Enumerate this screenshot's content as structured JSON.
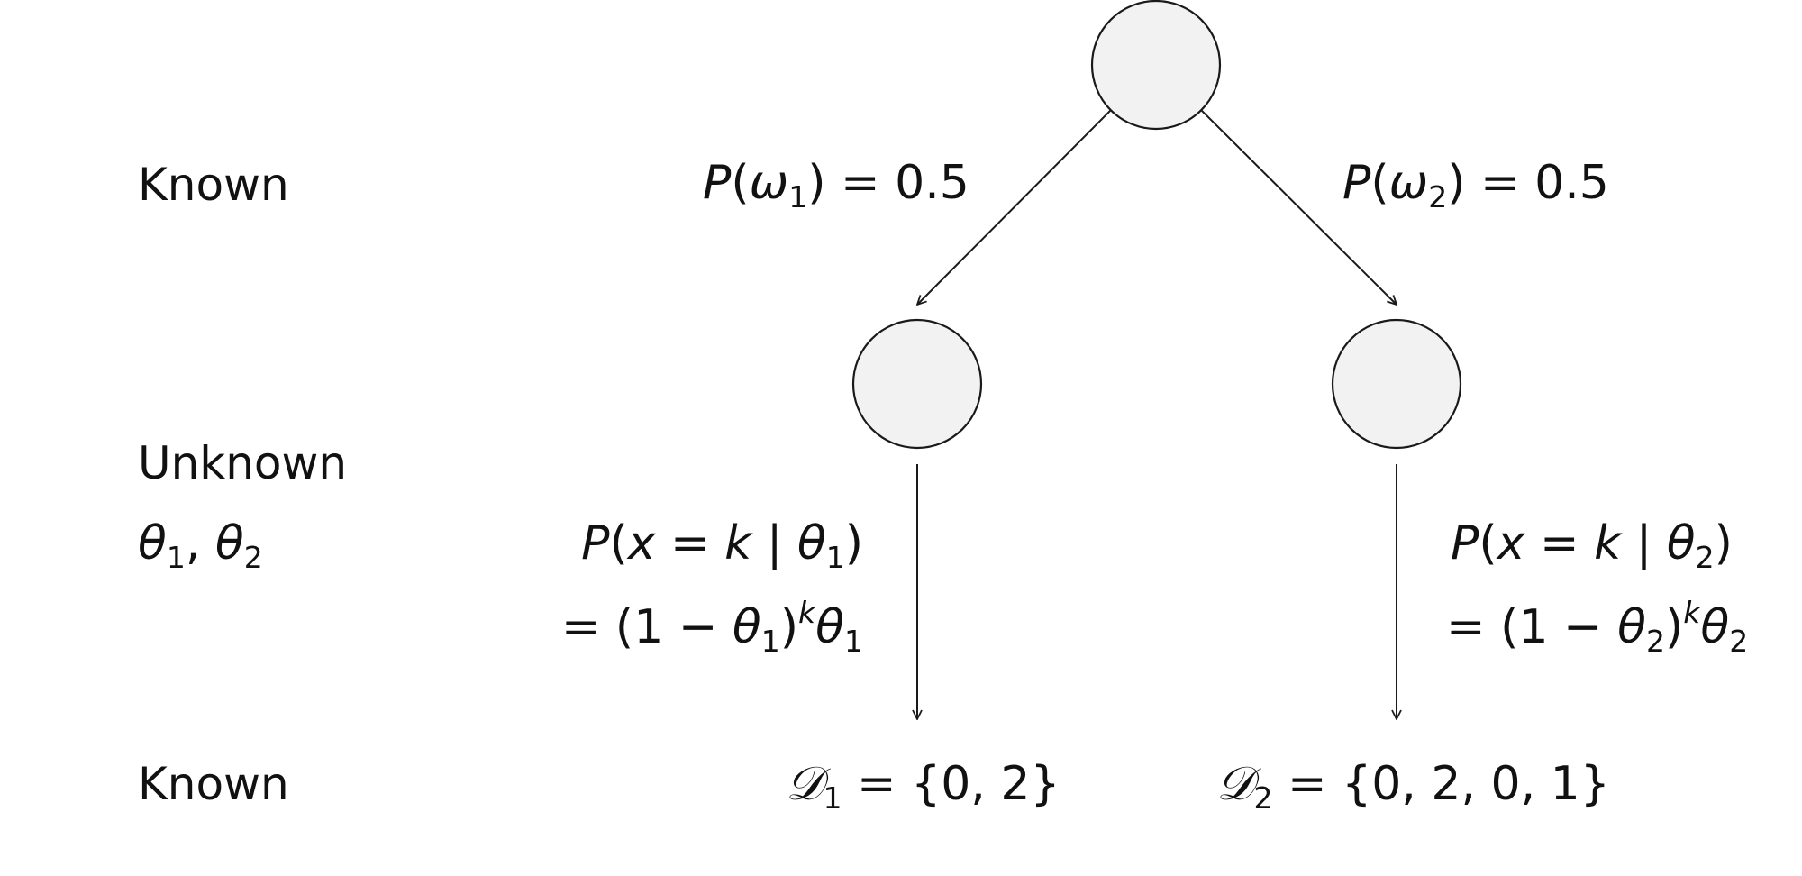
{
  "row_labels": {
    "top": "Known",
    "middle": "Unknown",
    "middle_params": {
      "theta": "θ",
      "sub1": "1",
      "sep": ", ",
      "sub2": "2"
    },
    "bottom": "Known"
  },
  "edges": {
    "prior_left": {
      "P": "P",
      "open": "(",
      "omega": "ω",
      "sub": "1",
      "close": ")",
      "rhs": " = 0.5"
    },
    "prior_right": {
      "P": "P",
      "open": "(",
      "omega": "ω",
      "sub": "2",
      "close": ")",
      "rhs": " = 0.5"
    }
  },
  "likelihoods": {
    "left": {
      "line1": {
        "P": "P",
        "open": "(",
        "x": "x",
        "eq": " = ",
        "k": "k",
        "bar": " | ",
        "theta": "θ",
        "sub": "1",
        "close": ")"
      },
      "line2": {
        "pre": "= (1 − ",
        "theta": "θ",
        "sub": "1",
        "close": ")",
        "k": "k",
        "theta2": "θ",
        "sub2": "1"
      }
    },
    "right": {
      "line1": {
        "P": "P",
        "open": "(",
        "x": "x",
        "eq": " = ",
        "k": "k",
        "bar": " | ",
        "theta": "θ",
        "sub": "2",
        "close": ")"
      },
      "line2": {
        "pre": "= (1 − ",
        "theta": "θ",
        "sub": "2",
        "close": ")",
        "k": "k",
        "theta2": "θ",
        "sub2": "2"
      }
    }
  },
  "datasets": {
    "left": {
      "D": "𝒟",
      "sub": "1",
      "rhs": " = {0, 2}"
    },
    "right": {
      "D": "𝒟",
      "sub": "2",
      "rhs": " = {0, 2, 0, 1}"
    }
  }
}
